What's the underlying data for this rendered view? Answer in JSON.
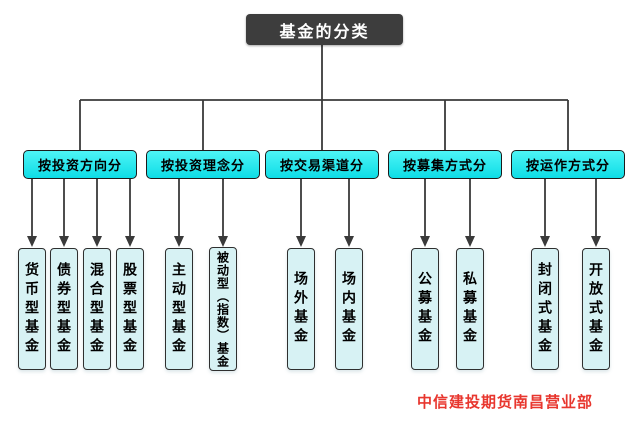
{
  "title": "基金的分类",
  "categories": [
    {
      "label": "按投资方向分",
      "children": [
        "货币型基金",
        "债券型基金",
        "混合型基金",
        "股票型基金"
      ]
    },
    {
      "label": "按投资理念分",
      "children": [
        "主动型基金",
        "被动型（指数）基金"
      ]
    },
    {
      "label": "按交易渠道分",
      "children": [
        "场外基金",
        "场内基金"
      ]
    },
    {
      "label": "按募集方式分",
      "children": [
        "公募基金",
        "私募基金"
      ]
    },
    {
      "label": "按运作方式分",
      "children": [
        "封闭式基金",
        "开放式基金"
      ]
    }
  ],
  "footer": "中信建投期货南昌营业部",
  "colors": {
    "background": "#ffffff",
    "title_bg": "#3d3d3d",
    "title_text": "#ffffff",
    "category_fill_top": "#4df4f6",
    "category_fill_bottom": "#0edde6",
    "category_border": "#1b1b1b",
    "leaf_fill": "#d7f2f4",
    "leaf_border": "#2f2f2f",
    "node_text": "#000000",
    "connector": "#3a3a3a",
    "footer_text": "#e8362e"
  }
}
